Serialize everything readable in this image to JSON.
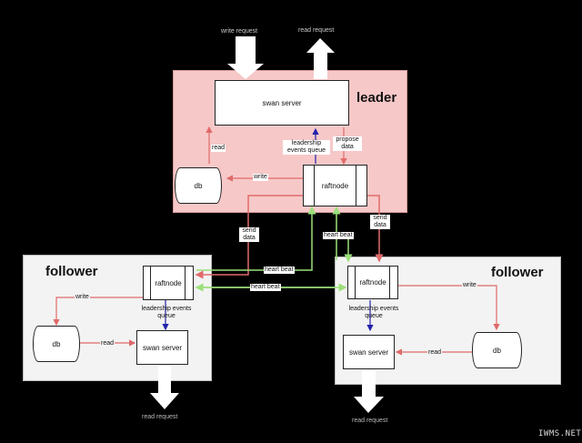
{
  "leader": {
    "title": "leader",
    "swan_server": "swan server",
    "raftnode": "raftnode",
    "db": "db",
    "labels": {
      "read": "read",
      "write": "write",
      "leadership_events_queue": "leadership events queue",
      "propose_data": "propose data",
      "send_data_left": "send data",
      "send_data_right": "send data"
    }
  },
  "follower_left": {
    "title": "follower",
    "swan_server": "swan server",
    "raftnode": "raftnode",
    "db": "db",
    "labels": {
      "write": "write",
      "read": "read",
      "leadership_events_queue": "leadership events queue"
    },
    "read_request": "read request"
  },
  "follower_right": {
    "title": "follower",
    "swan_server": "swan server",
    "raftnode": "raftnode",
    "db": "db",
    "labels": {
      "write": "write",
      "read": "read",
      "leadership_events_queue": "leadership events queue"
    },
    "read_request": "read request"
  },
  "top": {
    "write_request": "write request",
    "read_request": "read request"
  },
  "links": {
    "heart_beat_top": "heart beat",
    "heart_beat_left": "heart beat",
    "heart_beat_mid": "heart beat"
  },
  "watermark": "IWMS.NET",
  "colors": {
    "red": "#e06a6a",
    "green": "#9be07a",
    "blue": "#2222aa",
    "leader_bg": "#f7c8c8"
  }
}
